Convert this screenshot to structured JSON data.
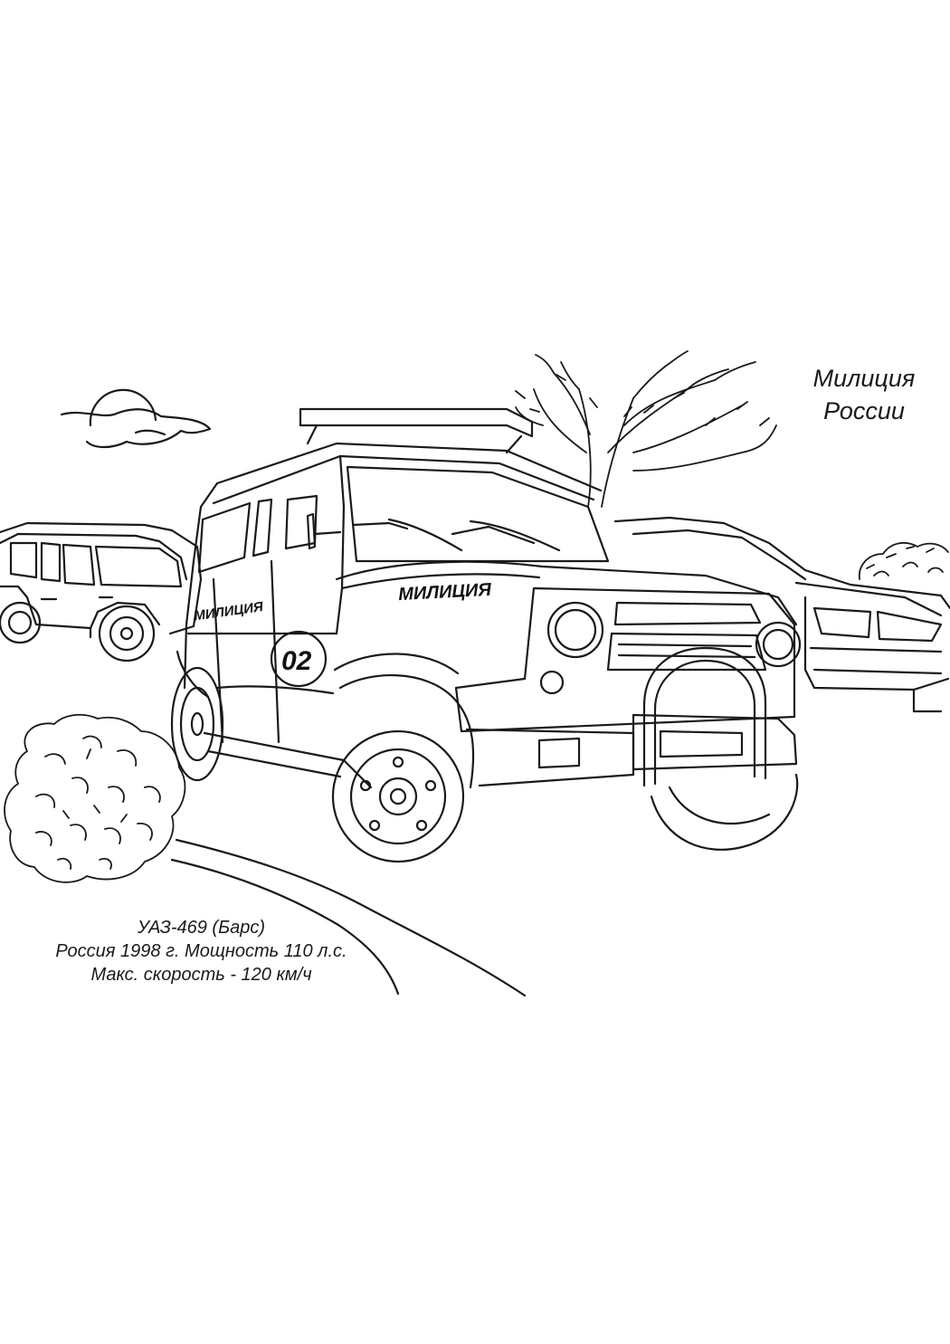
{
  "title": {
    "line1": "Милиция",
    "line2": "России"
  },
  "vehicle_info": {
    "model": "УАЗ-469 (Барс)",
    "details": "Россия 1998 г. Мощность 110 л.с.",
    "speed": "Макс. скорость - 120 км/ч"
  },
  "car_markings": {
    "hood_text": "МИЛИЦИЯ",
    "side_text": "МИЛИЦИЯ",
    "door_number": "02"
  },
  "colors": {
    "line": "#1a1a1a",
    "background": "#ffffff"
  }
}
